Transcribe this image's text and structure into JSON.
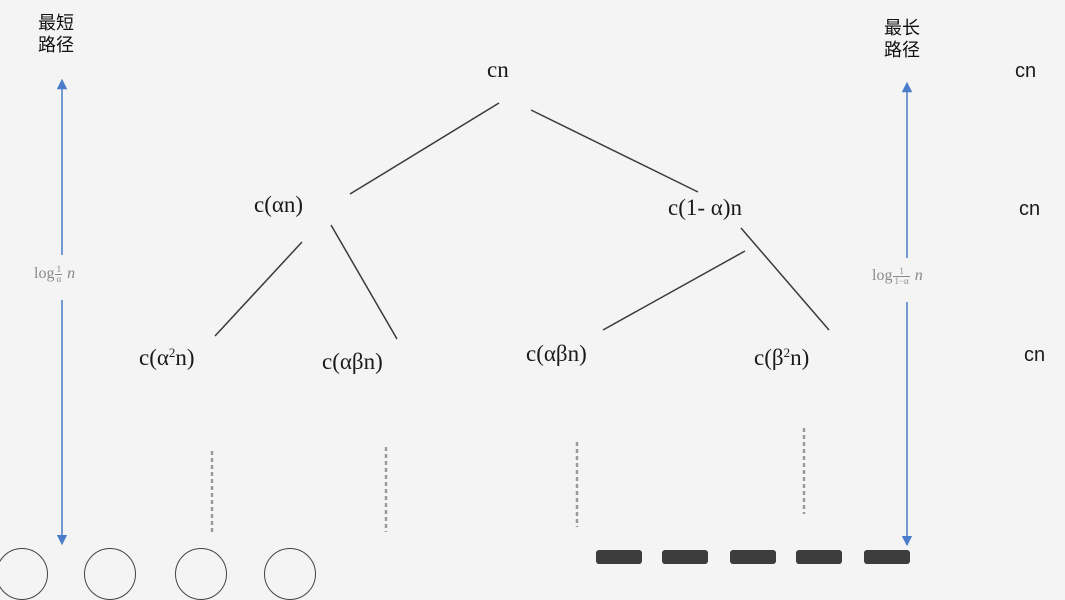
{
  "left_axis": {
    "caption_line1": "最短",
    "caption_line2": "路径",
    "label_base": "log",
    "frac_num": "1",
    "frac_den": "α",
    "label_var": "n"
  },
  "right_axis": {
    "caption_line1": "最长",
    "caption_line2": "路径",
    "label_base": "log",
    "frac_num": "1",
    "frac_den": "1−α",
    "label_var": "n"
  },
  "tree": {
    "root": "cn",
    "level1": {
      "left": "c(αn)",
      "right": "c(1- α)n"
    },
    "level2": {
      "n1_pre": "c(α",
      "n1_sup": "2",
      "n1_post": "n)",
      "n2": "c(αβn)",
      "n3": "c(αβn)",
      "n4_pre": "c(β",
      "n4_sup": "2",
      "n4_post": "n)"
    }
  },
  "level_costs": [
    "cn",
    "cn",
    "cn"
  ],
  "colors": {
    "axis": "#4a7cc9",
    "edge": "#3a3a3a",
    "dash": "#9a9a9a",
    "background": "#f4f4f4"
  }
}
